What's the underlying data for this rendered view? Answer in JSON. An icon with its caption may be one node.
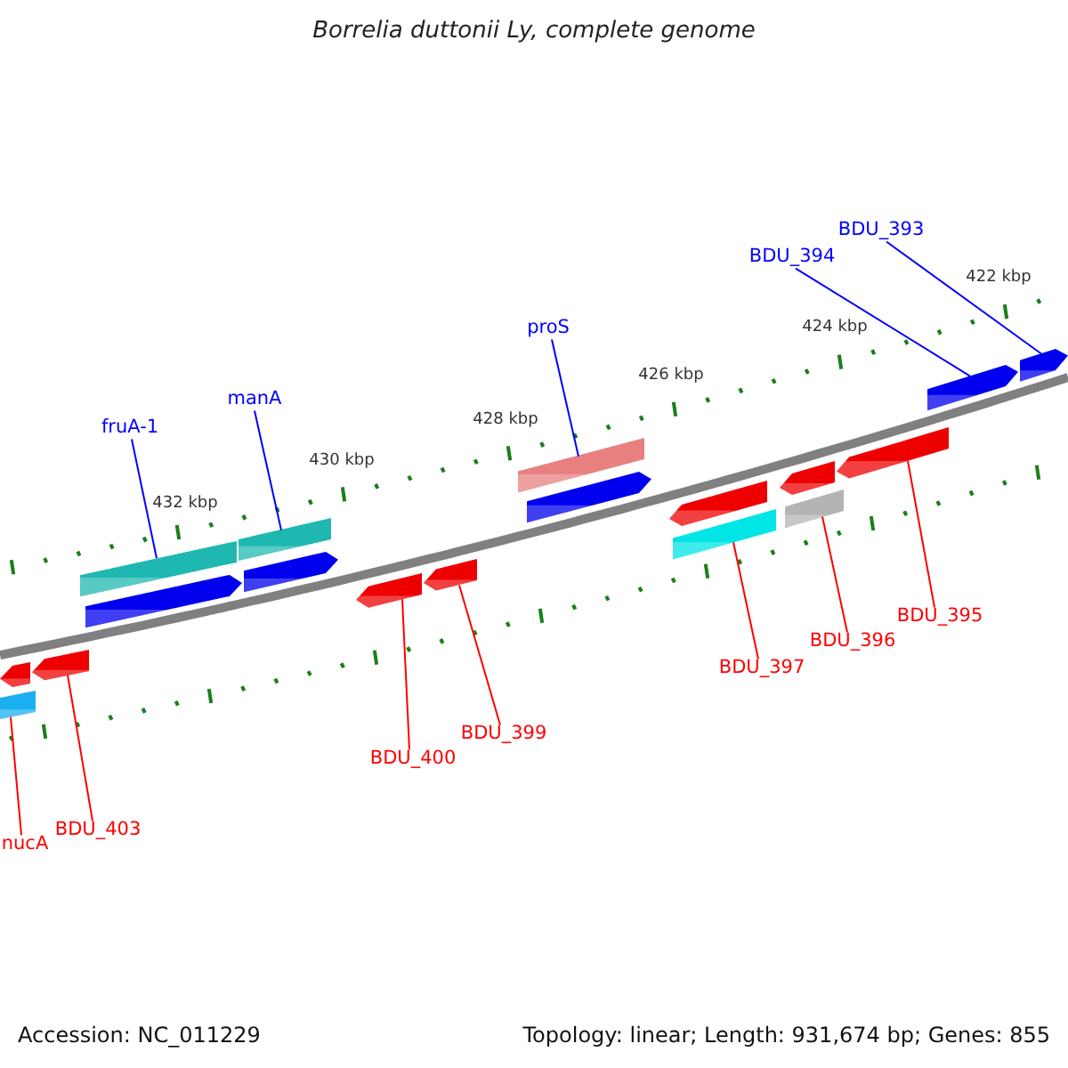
{
  "diagram": {
    "title": "Borrelia duttonii Ly, complete genome",
    "nodes": [
      {
        "text": [
          "BDU_393"
        ]
      },
      {
        "text": [
          "BDU_394"
        ]
      },
      {
        "text": [
          "proS"
        ]
      },
      {
        "text": [
          "fruA-1"
        ]
      },
      {
        "text": [
          "manA"
        ]
      },
      {
        "text": [
          "BDU_395"
        ]
      },
      {
        "text": [
          "BDU_396"
        ]
      },
      {
        "text": [
          "BDU_397"
        ]
      },
      {
        "text": [
          "BDU_399"
        ]
      },
      {
        "text": [
          "BDU_400"
        ]
      },
      {
        "text": [
          "BDU_403"
        ]
      },
      {
        "text": [
          "nucA"
        ]
      },
      {
        "text": [],
        "shape": "arrow"
      },
      {
        "text": [],
        "shape": "arrow"
      },
      {
        "text": [],
        "shape": "arrow"
      },
      {
        "text": [],
        "shape": "arrow"
      },
      {
        "text": [],
        "shape": "arrow"
      },
      {
        "text": [],
        "shape": "arrow"
      },
      {
        "text": [],
        "shape": "arrow"
      },
      {
        "text": [],
        "shape": "arrow"
      },
      {
        "text": [],
        "shape": "arrow"
      },
      {
        "text": [],
        "shape": "arrow"
      },
      {
        "text": [],
        "shape": "arrow"
      },
      {
        "text": [],
        "shape": "arrow"
      },
      {
        "text": [],
        "shape": "bar"
      },
      {
        "text": [],
        "shape": "bar"
      },
      {
        "text": [],
        "shape": "bar"
      },
      {
        "text": [],
        "shape": "bar"
      },
      {
        "text": [],
        "shape": "bar"
      },
      {
        "text": [],
        "shape": "bar"
      }
    ],
    "edges": [
      {
        "from": 0,
        "to": 16,
        "arrow": "none",
        "color": "#0000ff"
      },
      {
        "from": 1,
        "to": 15,
        "arrow": "none",
        "color": "#0000ff"
      },
      {
        "from": 2,
        "to": 27,
        "arrow": "none",
        "color": "#0000ff"
      },
      {
        "from": 3,
        "to": 25,
        "arrow": "none",
        "color": "#0000ff"
      },
      {
        "from": 4,
        "to": 26,
        "arrow": "none",
        "color": "#0000ff"
      },
      {
        "from": 5,
        "to": 23,
        "arrow": "none",
        "color": "#ff0000"
      },
      {
        "from": 6,
        "to": 29,
        "arrow": "none",
        "color": "#ff0000"
      },
      {
        "from": 7,
        "to": 28,
        "arrow": "none",
        "color": "#ff0000"
      },
      {
        "from": 8,
        "to": 20,
        "arrow": "none",
        "color": "#ff0000"
      },
      {
        "from": 9,
        "to": 19,
        "arrow": "none",
        "color": "#ff0000"
      },
      {
        "from": 10,
        "to": 18,
        "arrow": "none",
        "color": "#ff0000"
      },
      {
        "from": 11,
        "to": 24,
        "arrow": "none",
        "color": "#ff0000"
      }
    ],
    "labels": [
      "422 kbp",
      "424 kbp",
      "426 kbp",
      "428 kbp",
      "430 kbp",
      "432 kbp",
      "Accession: NC_011229",
      "Topology: linear; Length: 931,674 bp; Genes: 855"
    ]
  }
}
